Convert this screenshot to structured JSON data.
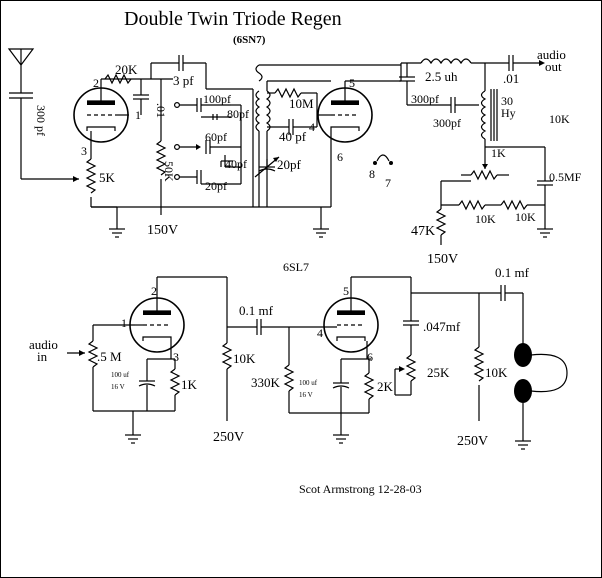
{
  "title": "Double Twin Triode Regen",
  "subtitle": "(6SN7)",
  "credit": "Scot Armstrong 12-28-03",
  "top": {
    "antenna_cap": "300 pf",
    "grid_res": "20K",
    "grid_cap": ".01",
    "coupling_cap": "3 pf",
    "pins_left": {
      "p2": "2",
      "p1": "1",
      "p3": "3"
    },
    "cathode_pot": "5K",
    "plate_res": "50K",
    "b_plus_1": "150V",
    "caps": {
      "c100": "100pf",
      "c80": "80pf",
      "c60": "60pf",
      "c40": "40pf",
      "c20": "20pf"
    },
    "grid_leak": "10M",
    "grid_cap2": "40 pf",
    "tuning_cap": "20pf",
    "pins_right": {
      "p5": "5",
      "p4": "4",
      "p6": "6"
    },
    "heater": {
      "p8": "8",
      "p7": "7"
    },
    "choke": "2.5 uh",
    "out_cap": ".01",
    "audio_out": {
      "line1": "audio",
      "line2": "out"
    },
    "bypass1": "300pf",
    "bypass2": "300pf",
    "transformer": {
      "line1": "30",
      "line2": "Hy"
    },
    "load_res": "10K",
    "regen_pot": "1K",
    "regen_cap": "0.5MF",
    "res_47k": "47K",
    "res_10k_a": "10K",
    "res_10k_b": "10K",
    "b_plus_2": "150V"
  },
  "bottom": {
    "tube": "6SL7",
    "audio_in": {
      "line1": "audio",
      "line2": "in"
    },
    "input_pot": ".5 M",
    "pins_left": {
      "p2": "2",
      "p1": "1",
      "p3": "3"
    },
    "cathode_cap_left": {
      "line1": "100 uf",
      "line2": "16 V"
    },
    "cathode_res_left": "1K",
    "coupling_cap": "0.1 mf",
    "plate_res_left": "10K",
    "b_plus_left": "250V",
    "grid_res": "330K",
    "pins_right": {
      "p5": "5",
      "p4": "4",
      "p6": "6"
    },
    "cathode_cap_right": {
      "line1": "100 uf",
      "line2": "16 V"
    },
    "cathode_res_right": "2K",
    "tone_cap": ".047mf",
    "tone_pot": "25K",
    "out_cap": "0.1 mf",
    "plate_res_right": "10K",
    "b_plus_right": "250V"
  }
}
